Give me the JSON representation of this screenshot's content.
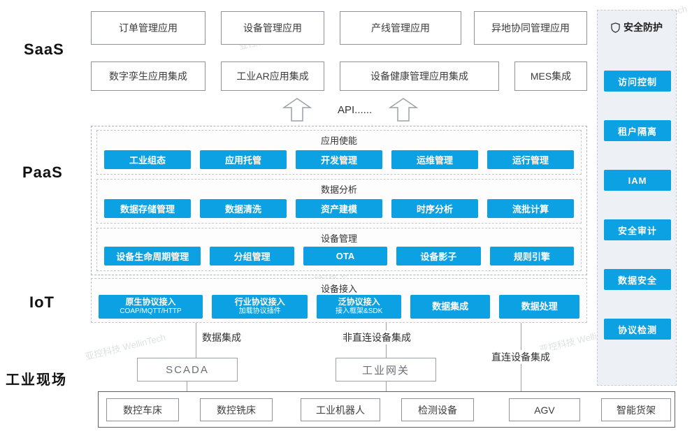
{
  "layers": {
    "saas": "SaaS",
    "paas": "PaaS",
    "iot": "IoT",
    "field": "工业现场"
  },
  "saas": {
    "row1": [
      "订单管理应用",
      "设备管理应用",
      "产线管理应用",
      "异地协同管理应用"
    ],
    "row2": [
      "数字孪生应用集成",
      "工业AR应用集成",
      "设备健康管理应用集成",
      "MES集成"
    ]
  },
  "api_label": "API......",
  "paas": {
    "sections": [
      {
        "title": "应用使能",
        "items": [
          "工业组态",
          "应用托管",
          "开发管理",
          "运维管理",
          "运行管理"
        ]
      },
      {
        "title": "数据分析",
        "items": [
          "数据存储管理",
          "数据清洗",
          "资产建模",
          "时序分析",
          "流批计算"
        ]
      },
      {
        "title": "设备管理",
        "items": [
          "设备生命周期管理",
          "分组管理",
          "OTA",
          "设备影子",
          "规则引擎"
        ]
      }
    ]
  },
  "iot": {
    "title": "设备接入",
    "items": [
      {
        "label": "原生协议接入",
        "sub": "COAP/MQTT/HTTP"
      },
      {
        "label": "行业协议接入",
        "sub": "加载协议插件"
      },
      {
        "label": "泛协议接入",
        "sub": "接入框架&SDK"
      },
      {
        "label": "数据集成",
        "sub": ""
      },
      {
        "label": "数据处理",
        "sub": ""
      }
    ]
  },
  "connections": {
    "left_label": "数据集成",
    "mid_label": "非直连设备集成",
    "right_label": "直连设备集成"
  },
  "gateways": {
    "scada": "SCADA",
    "gateway": "工业网关"
  },
  "equipment": [
    "数控车床",
    "数控铣床",
    "工业机器人",
    "检测设备",
    "AGV",
    "智能货架"
  ],
  "security": {
    "title": "安全防护",
    "items": [
      "访问控制",
      "租户隔离",
      "IAM",
      "安全审计",
      "数据安全",
      "协议检测"
    ]
  },
  "watermark": "亚控科技 WellinTech",
  "colors": {
    "accent": "#0ba1e2",
    "panel_bg": "#edf0f4"
  }
}
